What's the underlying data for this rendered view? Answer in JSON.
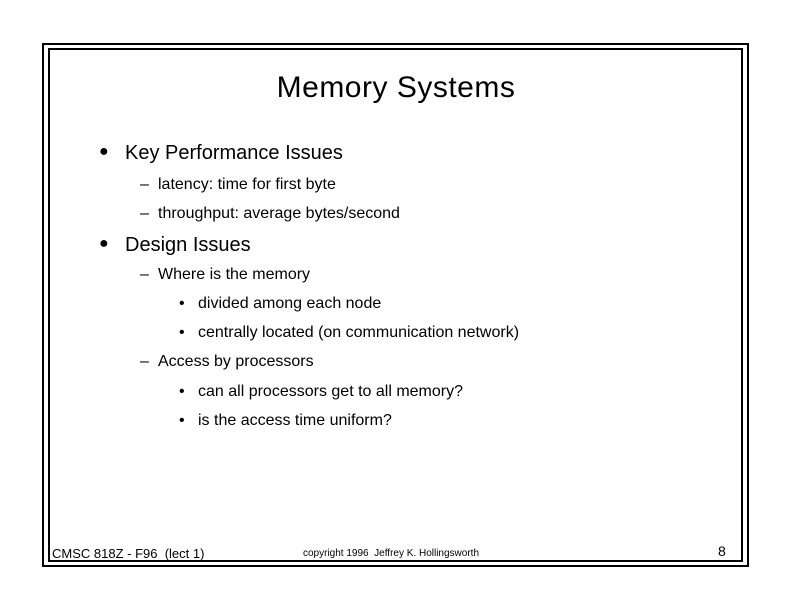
{
  "slide": {
    "title": "Memory Systems",
    "bullets": [
      {
        "marker": "●",
        "text": "Key Performance Issues"
      },
      {
        "marker": "–",
        "text": "latency: time for first byte"
      },
      {
        "marker": "–",
        "text": "throughput: average bytes/second"
      },
      {
        "marker": "●",
        "text": "Design Issues"
      },
      {
        "marker": "–",
        "text": "Where is the memory"
      },
      {
        "marker": "•",
        "text": "divided among each node"
      },
      {
        "marker": "•",
        "text": "centrally located (on communication network)"
      },
      {
        "marker": "–",
        "text": "Access by processors"
      },
      {
        "marker": "•",
        "text": "can all processors get to all memory?"
      },
      {
        "marker": "•",
        "text": "is the access time uniform?"
      }
    ],
    "footer": {
      "course": "CMSC 818Z - F96  (lect 1)",
      "copyright": "copyright 1996  Jeffrey K. Hollingsworth",
      "page_number": "8"
    }
  }
}
